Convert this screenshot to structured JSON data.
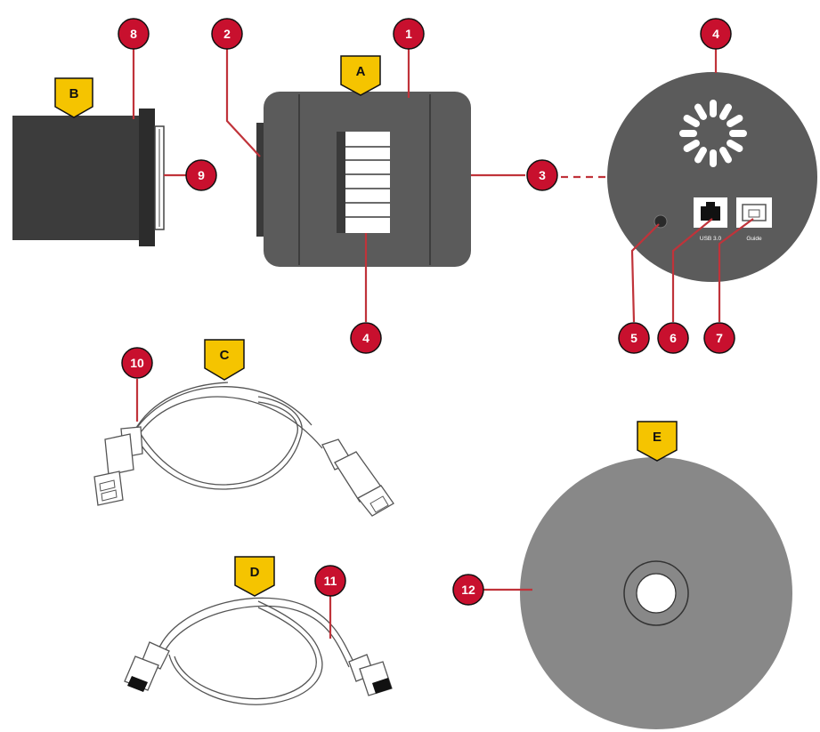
{
  "colors": {
    "callout_fill": "#c8102e",
    "tag_fill": "#f5c400",
    "body_gray": "#5b5b5b",
    "disc_gray": "#888888",
    "adapter_dark": "#3c3c3c"
  },
  "letter_tags": {
    "a": "A",
    "b": "B",
    "c": "C",
    "d": "D",
    "e": "E"
  },
  "callouts": {
    "n1": "1",
    "n2": "2",
    "n3": "3",
    "n4_top": "4",
    "n4_bottom": "4",
    "n5": "5",
    "n6": "6",
    "n7": "7",
    "n8": "8",
    "n9": "9",
    "n10": "10",
    "n11": "11",
    "n12": "12"
  },
  "ports": {
    "usb_label": "USB 3.0",
    "guide_label": "Guide"
  },
  "icons": {
    "fan": "fan-vent-icon",
    "usb_port": "usb-port-icon",
    "guide_port": "rj-port-icon",
    "power_led": "led-indicator-icon"
  }
}
